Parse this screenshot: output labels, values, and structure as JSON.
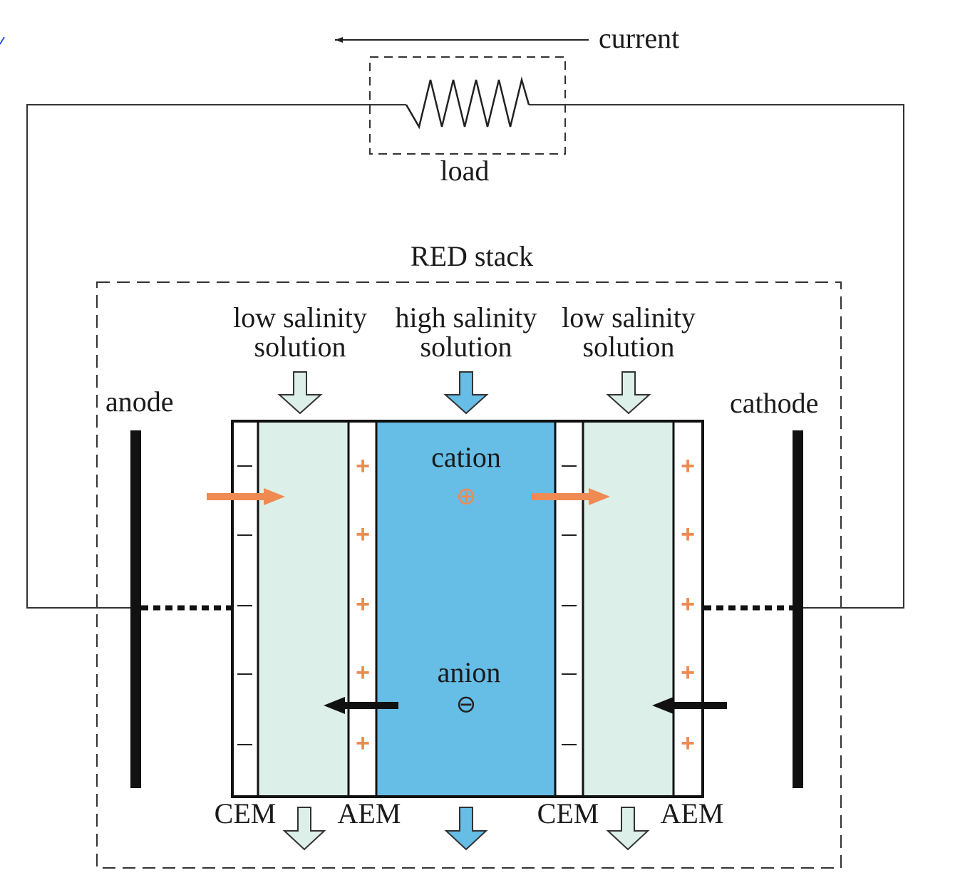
{
  "labels": {
    "current": "current",
    "load": "load",
    "red_stack": "RED stack",
    "low_salinity_left": "low salinity",
    "solution_left": "solution",
    "high_salinity": "high salinity",
    "solution_middle": "solution",
    "low_salinity_right": "low salinity",
    "solution_right": "solution",
    "anode": "anode",
    "cathode": "cathode",
    "cation": "cation",
    "anion": "anion",
    "cem_left": "CEM",
    "aem_left": "AEM",
    "cem_right": "CEM",
    "aem_right": "AEM"
  },
  "symbols": {
    "cation": "⊕",
    "anion": "⊖",
    "plus": "+",
    "minus": "−"
  },
  "colors": {
    "low_salinity_fill": "#dcefe8",
    "high_salinity_fill": "#66bde6",
    "cation_flux_arrow": "#ef8a52",
    "anion_flux_arrow": "#111111",
    "plus_sign": "#ef8a52",
    "line": "#222222"
  }
}
